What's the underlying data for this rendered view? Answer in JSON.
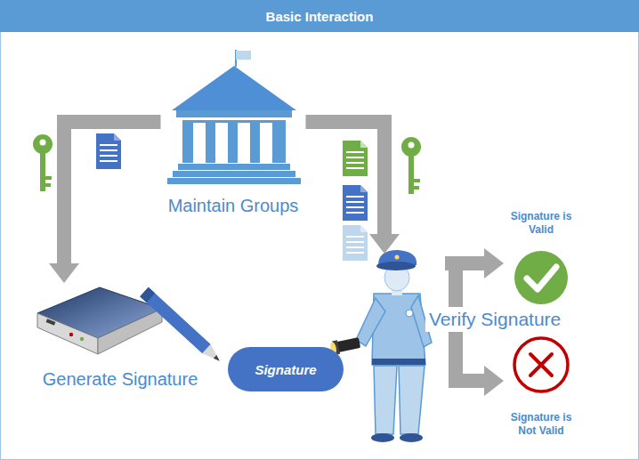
{
  "diagram": {
    "title": "Basic Interaction",
    "nodes": [
      {
        "text": [
          "Maintain Groups"
        ]
      },
      {
        "text": [
          "Generate Signature"
        ]
      },
      {
        "text": [
          "Signature"
        ]
      },
      {
        "text": [
          "Verify Signature"
        ]
      },
      {
        "text": [
          "Signature is Valid"
        ]
      },
      {
        "text": [
          "Signature is Not Valid"
        ]
      }
    ],
    "edges": [
      {
        "from": 0,
        "to": 1,
        "arrow": "to"
      },
      {
        "from": 0,
        "to": 3,
        "arrow": "to"
      },
      {
        "from": 3,
        "to": 4,
        "arrow": "to"
      },
      {
        "from": 3,
        "to": 5,
        "arrow": "to"
      }
    ]
  }
}
